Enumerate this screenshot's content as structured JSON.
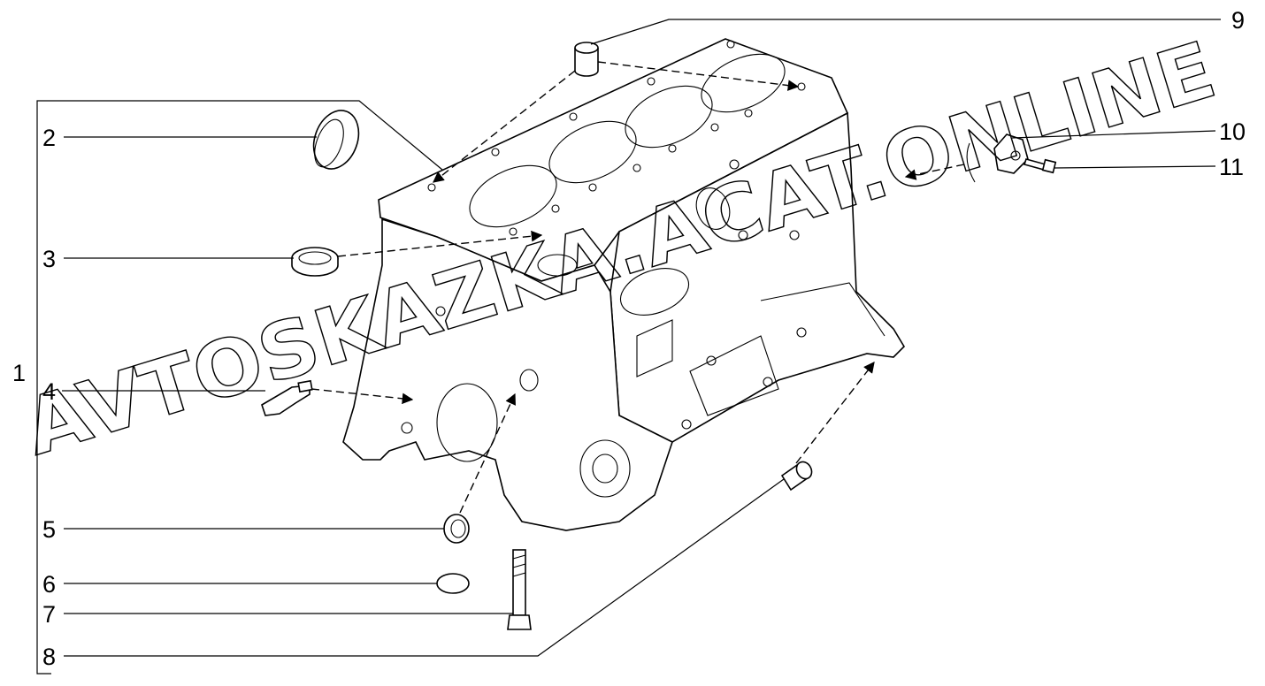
{
  "callouts": {
    "c1": "1",
    "c2": "2",
    "c3": "3",
    "c4": "4",
    "c5": "5",
    "c6": "6",
    "c7": "7",
    "c8": "8",
    "c9": "9",
    "c10": "10",
    "c11": "11"
  },
  "watermark": {
    "line1": "AVTOSKAZKA.ACAT.ONLINE"
  }
}
